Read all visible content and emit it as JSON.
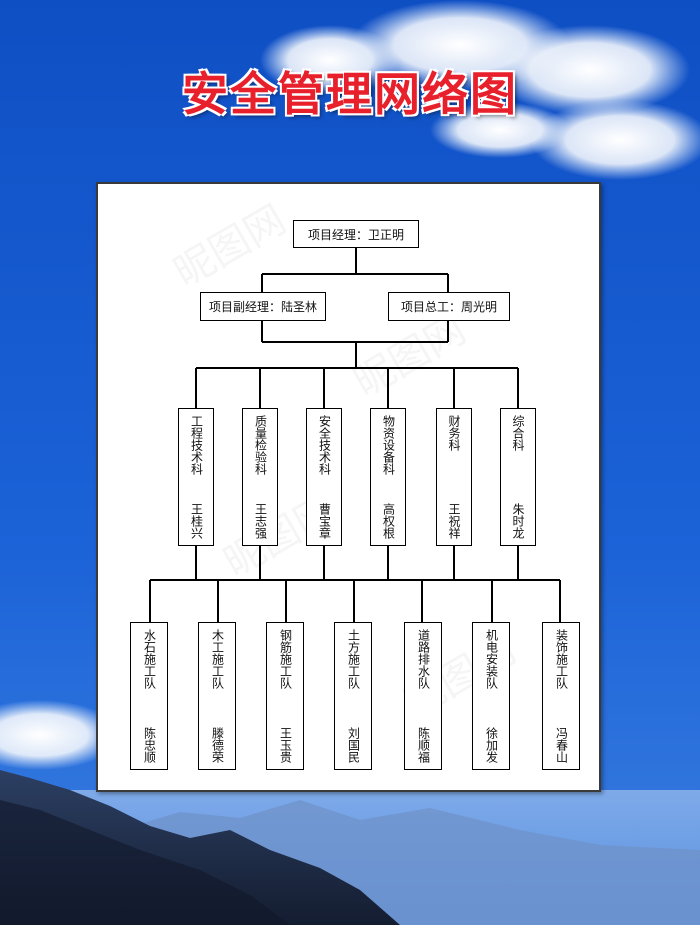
{
  "title": "安全管理网络图",
  "manager": "项目经理：卫正明",
  "deputies": [
    "项目副经理：陆圣林",
    "项目总工：周光明"
  ],
  "departments": [
    {
      "name": "工程技术科",
      "head": "王桂兴"
    },
    {
      "name": "质量检验科",
      "head": "王志强"
    },
    {
      "name": "安全技术科",
      "head": "曹宝章"
    },
    {
      "name": "物资设备科",
      "head": "高权根"
    },
    {
      "name": "财务科",
      "head": "王祝祥"
    },
    {
      "name": "综合科",
      "head": "朱时龙"
    }
  ],
  "teams": [
    {
      "name": "水石施工队",
      "head": "陈忠顺"
    },
    {
      "name": "木工施工队",
      "head": "滕德荣"
    },
    {
      "name": "钢筋施工队",
      "head": "王玉贵"
    },
    {
      "name": "土方施工队",
      "head": "刘国民"
    },
    {
      "name": "道路排水队",
      "head": "陈顺福"
    },
    {
      "name": "机电安装队",
      "head": "徐加发"
    },
    {
      "name": "装饰施工队",
      "head": "冯春山"
    }
  ],
  "colors": {
    "title": "#e8202c",
    "sky_top": "#0f4fc4",
    "sky_bottom": "#3b7fe0"
  }
}
